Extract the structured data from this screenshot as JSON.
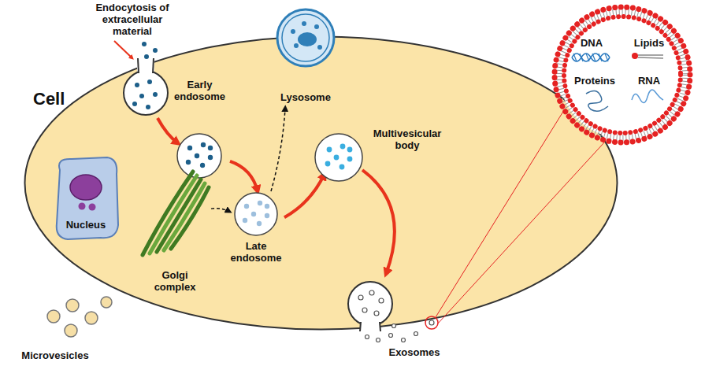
{
  "diagram": {
    "nodes": [
      {
        "text": [
          "Cell"
        ]
      },
      {
        "text": [
          "Nucleus"
        ],
        "in": 0
      },
      {
        "text": [
          "Early endosome"
        ],
        "in": 0
      },
      {
        "text": [
          "Lysosome"
        ],
        "in": 0
      },
      {
        "text": [
          "Golgi complex"
        ],
        "in": 0
      },
      {
        "text": [
          "Late endosome"
        ],
        "in": 0
      },
      {
        "text": [
          "Multivesicular body"
        ],
        "in": 0
      },
      {
        "text": [
          "DNA",
          "Lipids",
          "Proteins",
          "RNA"
        ]
      }
    ],
    "edges": [
      {
        "from": 2,
        "to": 5,
        "arrow": "to"
      },
      {
        "from": 5,
        "to": 3,
        "arrow": "to"
      },
      {
        "from": 5,
        "to": 6,
        "arrow": "to"
      },
      {
        "from": 4,
        "to": 5,
        "arrow": "to"
      }
    ],
    "labels": [
      "Endocytosis of extracellular material",
      "Exosomes",
      "Microvesicles"
    ]
  }
}
